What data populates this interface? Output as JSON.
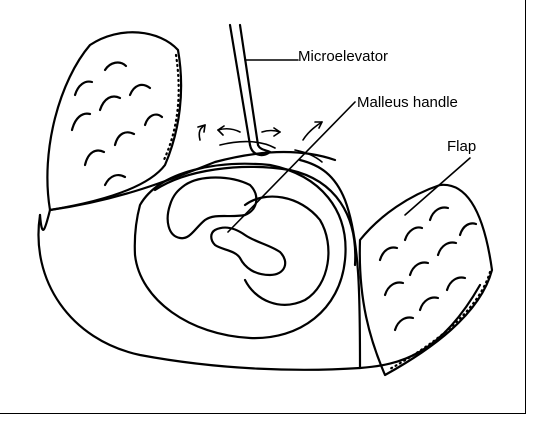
{
  "labels": {
    "microelevator": "Microelevator",
    "malleus_handle": "Malleus handle",
    "flap": "Flap"
  }
}
